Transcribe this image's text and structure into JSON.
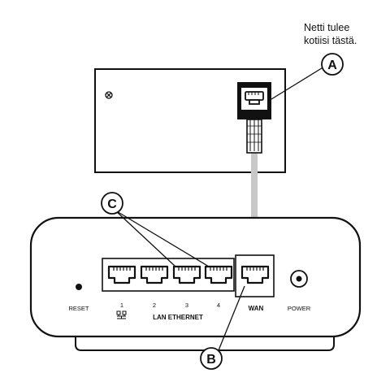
{
  "note": {
    "line1": "Netti tulee",
    "line2": "kotiisi tästä."
  },
  "callouts": {
    "a": "A",
    "b": "B",
    "c": "C"
  },
  "router": {
    "reset_label": "RESET",
    "lan_port_numbers": [
      "1",
      "2",
      "3",
      "4"
    ],
    "lan_label": "LAN ETHERNET",
    "wan_label": "WAN",
    "power_label": "POWER",
    "lan_icon": "network-icon"
  },
  "colors": {
    "line": "#111111",
    "cable": "#c8c8c8"
  }
}
